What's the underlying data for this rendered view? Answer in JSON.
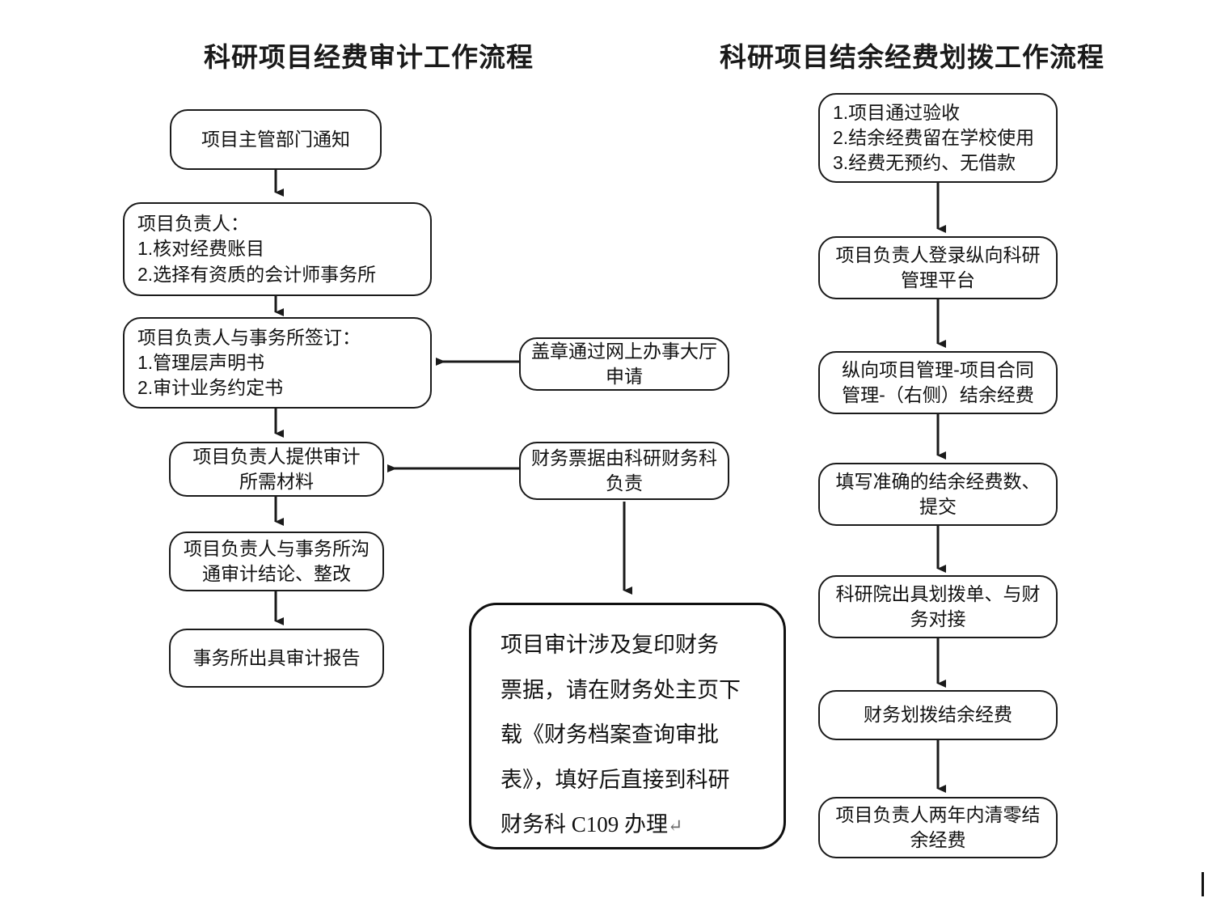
{
  "page": {
    "background": "#ffffff",
    "line_color": "#1a1a1a",
    "text_color": "#111111"
  },
  "left_flow": {
    "title": "科研项目经费审计工作流程",
    "nodes": [
      {
        "id": "n1",
        "align": "center",
        "lines": [
          "项目主管部门通知"
        ]
      },
      {
        "id": "n2",
        "align": "left",
        "lines": [
          "项目负责人：",
          "1.核对经费账目",
          "2.选择有资质的会计师事务所"
        ]
      },
      {
        "id": "n3",
        "align": "left",
        "lines": [
          "项目负责人与事务所签订：",
          "1.管理层声明书",
          "2.审计业务约定书"
        ]
      },
      {
        "id": "n4",
        "align": "center",
        "lines": [
          "项目负责人提供审计",
          "所需材料"
        ]
      },
      {
        "id": "n5",
        "align": "center",
        "lines": [
          "项目负责人与事务所沟",
          "通审计结论、整改"
        ]
      },
      {
        "id": "n6",
        "align": "center",
        "lines": [
          "事务所出具审计报告"
        ]
      }
    ],
    "side_nodes": [
      {
        "id": "s1",
        "align": "center",
        "lines": [
          "盖章通过网上办事大厅",
          "申请"
        ]
      },
      {
        "id": "s2",
        "align": "center",
        "lines": [
          "财务票据由科研财务科",
          "负责"
        ]
      }
    ],
    "note": {
      "lines": [
        "项目审计涉及复印财务",
        "票据，请在财务处主页下",
        "载《财务档案查询审批",
        "表》，填好后直接到科研",
        "财务科 C109 办理"
      ],
      "trailing_mark": "↵"
    }
  },
  "right_flow": {
    "title": "科研项目结余经费划拨工作流程",
    "nodes": [
      {
        "id": "r1",
        "align": "left",
        "lines": [
          "1.项目通过验收",
          "2.结余经费留在学校使用",
          "3.经费无预约、无借款"
        ]
      },
      {
        "id": "r2",
        "align": "center",
        "lines": [
          "项目负责人登录纵向科研",
          "管理平台"
        ]
      },
      {
        "id": "r3",
        "align": "center",
        "lines": [
          "纵向项目管理-项目合同",
          "管理-（右侧）结余经费"
        ]
      },
      {
        "id": "r4",
        "align": "center",
        "lines": [
          "填写准确的结余经费数、",
          "提交"
        ]
      },
      {
        "id": "r5",
        "align": "center",
        "lines": [
          "科研院出具划拨单、与财",
          "务对接"
        ]
      },
      {
        "id": "r6",
        "align": "center",
        "lines": [
          "财务划拨结余经费"
        ]
      },
      {
        "id": "r7",
        "align": "center",
        "lines": [
          "项目负责人两年内清零结",
          "余经费"
        ]
      }
    ]
  }
}
